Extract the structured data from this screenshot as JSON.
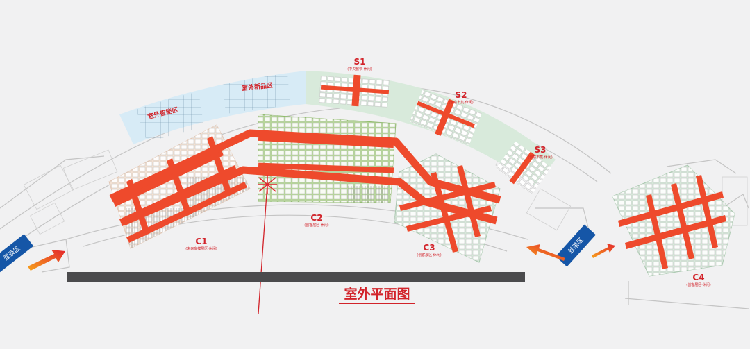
{
  "title": "室外平面图",
  "areas": {
    "ai_label": "室外智能区",
    "vehicle_label": "室外新品区"
  },
  "zones": {
    "S1": {
      "name": "S1",
      "sub": "(中央餐饮·休闲)"
    },
    "S2": {
      "name": "S2",
      "sub": "(创意市集·休闲)"
    },
    "S3": {
      "name": "S3",
      "sub": "(创意市集·休闲)"
    },
    "C1": {
      "name": "C1",
      "sub": "(未来车模展区·休闲)"
    },
    "C2": {
      "name": "C2",
      "sub": "(创客展区·休闲)"
    },
    "C3": {
      "name": "C3",
      "sub": "(创客展区·休闲)"
    },
    "C4": {
      "name": "C4",
      "sub": "(创客展区·休闲)"
    }
  },
  "entrances": {
    "left": "登录区",
    "right": "登录区"
  },
  "colors": {
    "background": "#f1f1f2",
    "walkway": "#ee4a2c",
    "c1_fill": "#f6e3d5",
    "c2_fill": "#b6d896",
    "green_fill": "#d8eadb",
    "blue_fill": "#d7ebf6",
    "label_red": "#d2232a",
    "entrance_blue": "#1556a7",
    "road_bar": "#4b4b4d"
  },
  "icons": {
    "marker": "star-burst-icon",
    "arrow": "arrow-right-icon"
  }
}
